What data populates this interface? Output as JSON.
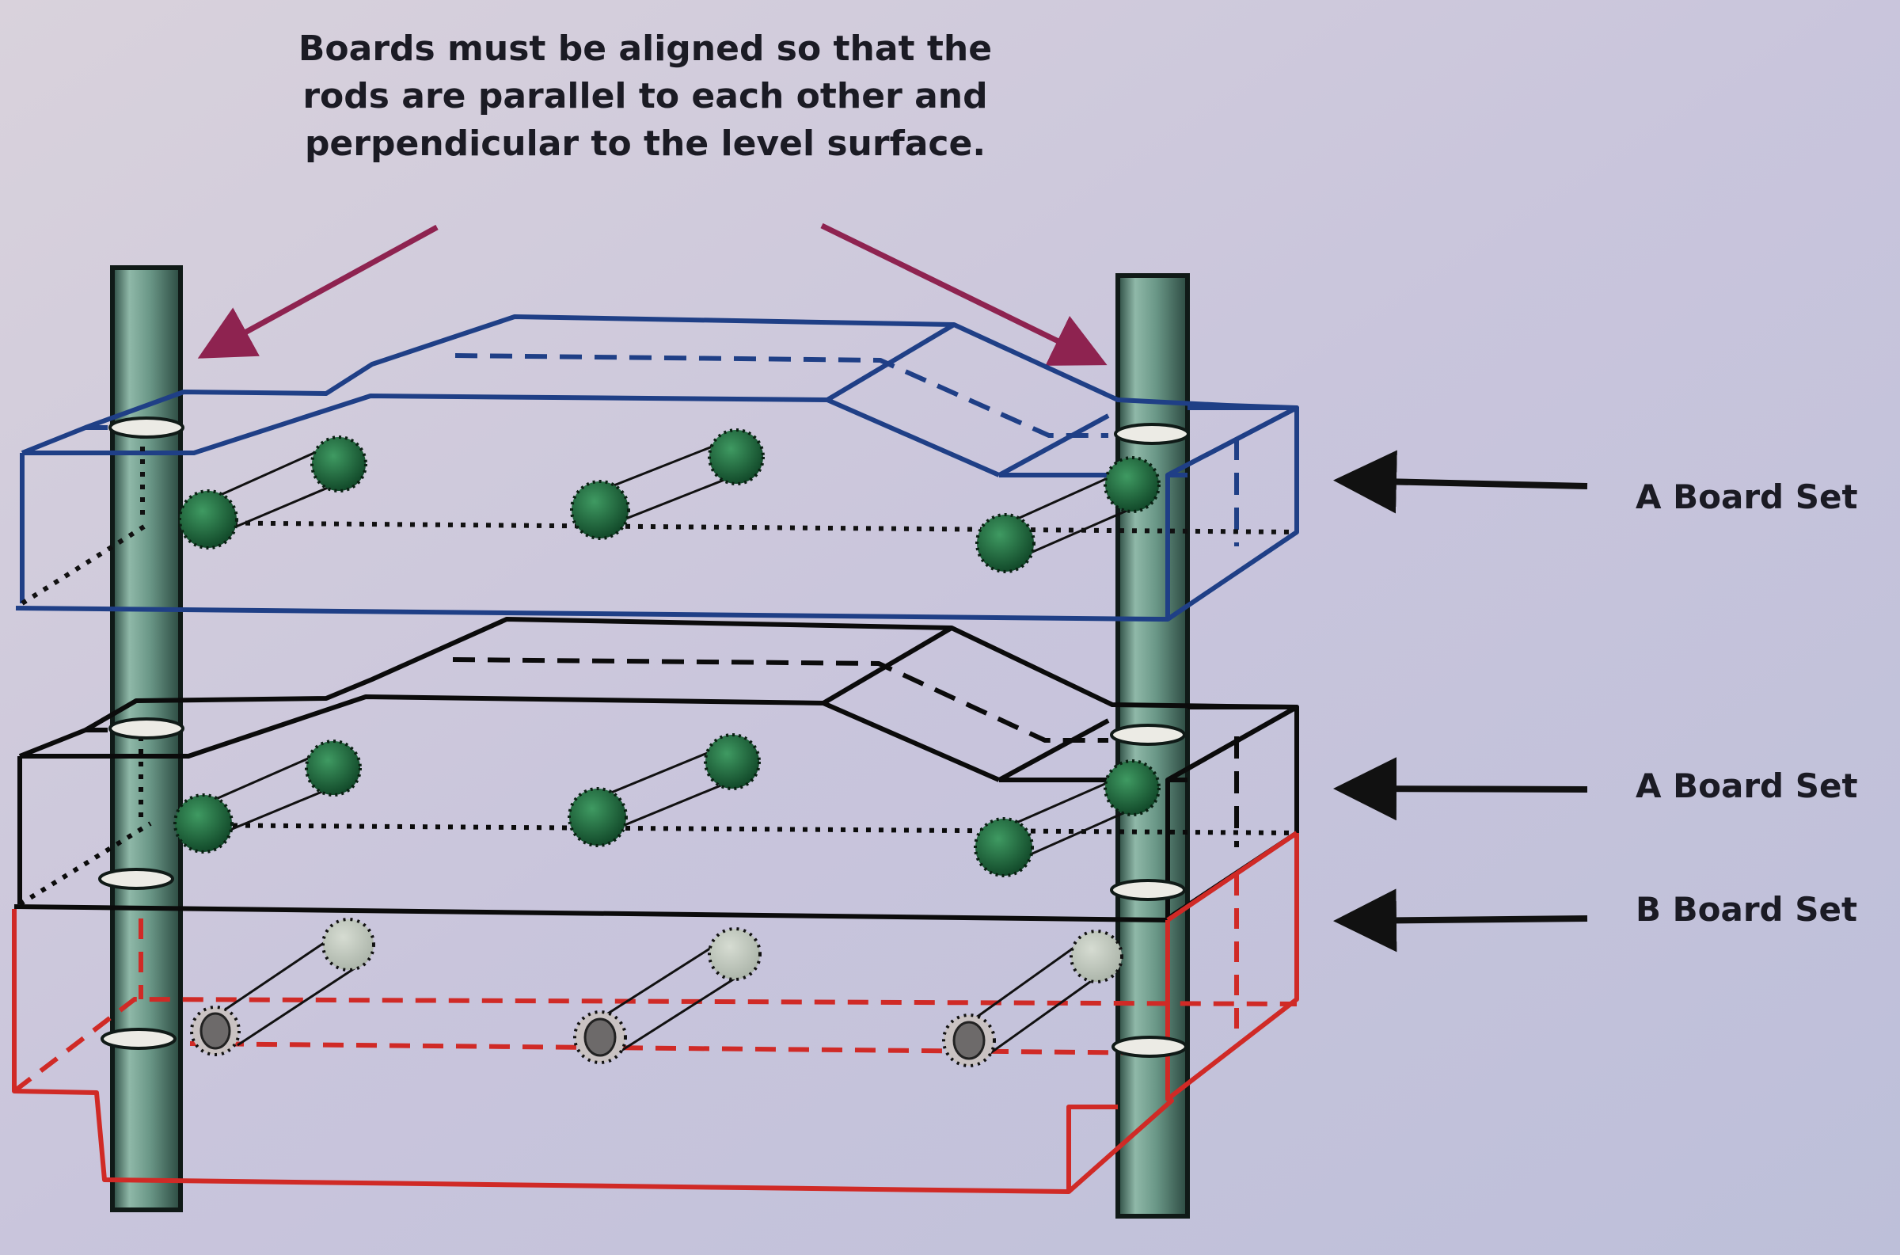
{
  "caption": {
    "lines": [
      "Boards must be aligned so that the",
      "rods are parallel to each other and",
      "perpendicular to the level surface."
    ]
  },
  "labels": {
    "set_1": "A Board Set",
    "set_2": "A Board Set",
    "set_3": "B Board Set"
  },
  "colors": {
    "background": "#cfcbd9",
    "a_board_top": "#1f3f86",
    "a_board_mid": "#0b0b0b",
    "b_board": "#d02a26",
    "rod": "#6f9b8c",
    "rod_dark": "#1d2f2a",
    "pointer_arrow": "#8e2350",
    "sphere": "#1f6a3e"
  }
}
